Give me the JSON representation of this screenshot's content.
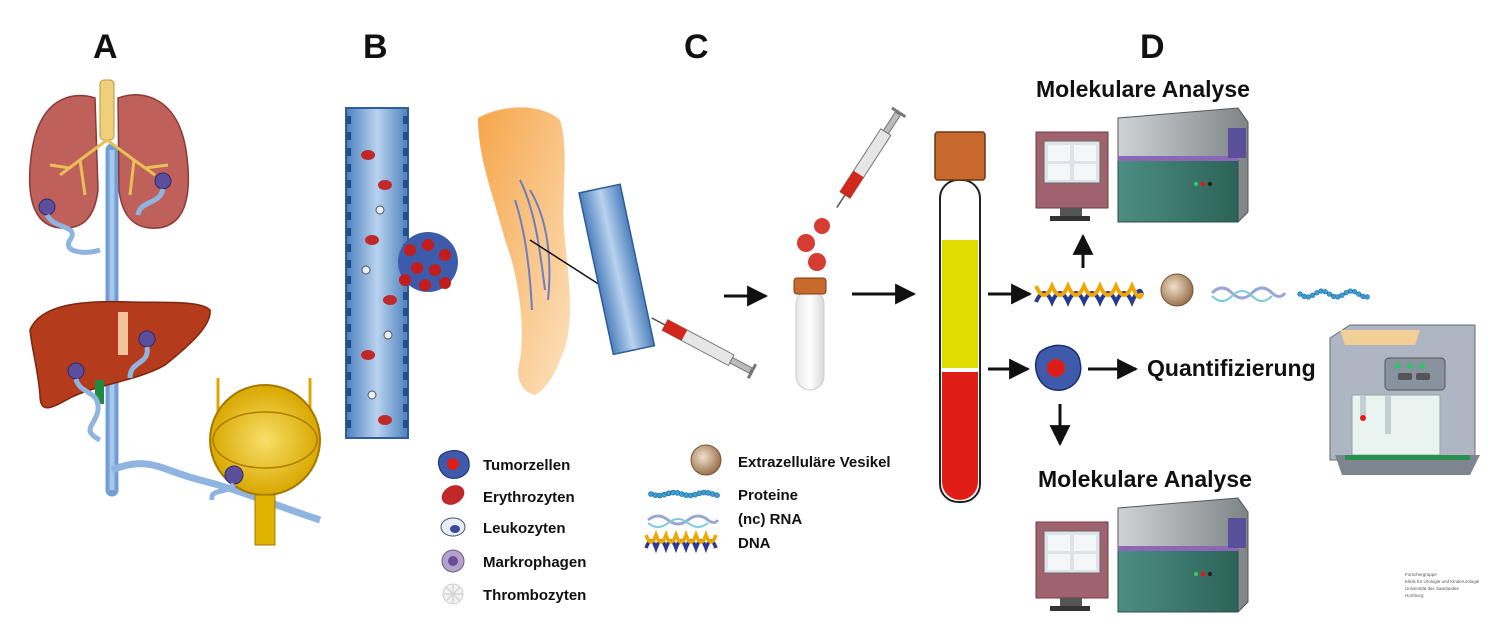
{
  "panels": {
    "a": "A",
    "b": "B",
    "c": "C",
    "d": "D"
  },
  "headings": {
    "molecular_top": "Molekulare Analyse",
    "quantification": "Quantifizierung",
    "molecular_bottom": "Molekulare Analyse"
  },
  "legend_cells": [
    {
      "icon": "tumor-cell-icon",
      "label": "Tumorzellen"
    },
    {
      "icon": "erythrocyte-icon",
      "label": "Erythrozyten"
    },
    {
      "icon": "leukocyte-icon",
      "label": "Leukozyten"
    },
    {
      "icon": "macrophage-icon",
      "label": "Markrophagen"
    },
    {
      "icon": "thrombocyte-icon",
      "label": "Thrombozyten"
    }
  ],
  "legend_analytes": [
    {
      "icon": "extracellular-vesicle-icon",
      "label": "Extrazelluläre Vesikel"
    },
    {
      "icon": "protein-icon",
      "label": "Proteine"
    },
    {
      "icon": "rna-icon",
      "label": "(nc) RNA"
    },
    {
      "icon": "dna-icon",
      "label": "DNA"
    }
  ],
  "fine_print": [
    "Forschergruppe",
    "Klinik für Urologie und Kinderurologie",
    "Universität des Saarlandes",
    "Homburg"
  ],
  "colors": {
    "vessel": "#7aa6d6",
    "erythrocyte": "#c0282a",
    "tumor": "#3b5bb0",
    "plasma": "#e2dd00",
    "cell_fraction": "#e01c16",
    "tube_cap": "#c86a2e",
    "instrument_green": "#3b7f72",
    "arm_skin": "#f5b36a"
  }
}
